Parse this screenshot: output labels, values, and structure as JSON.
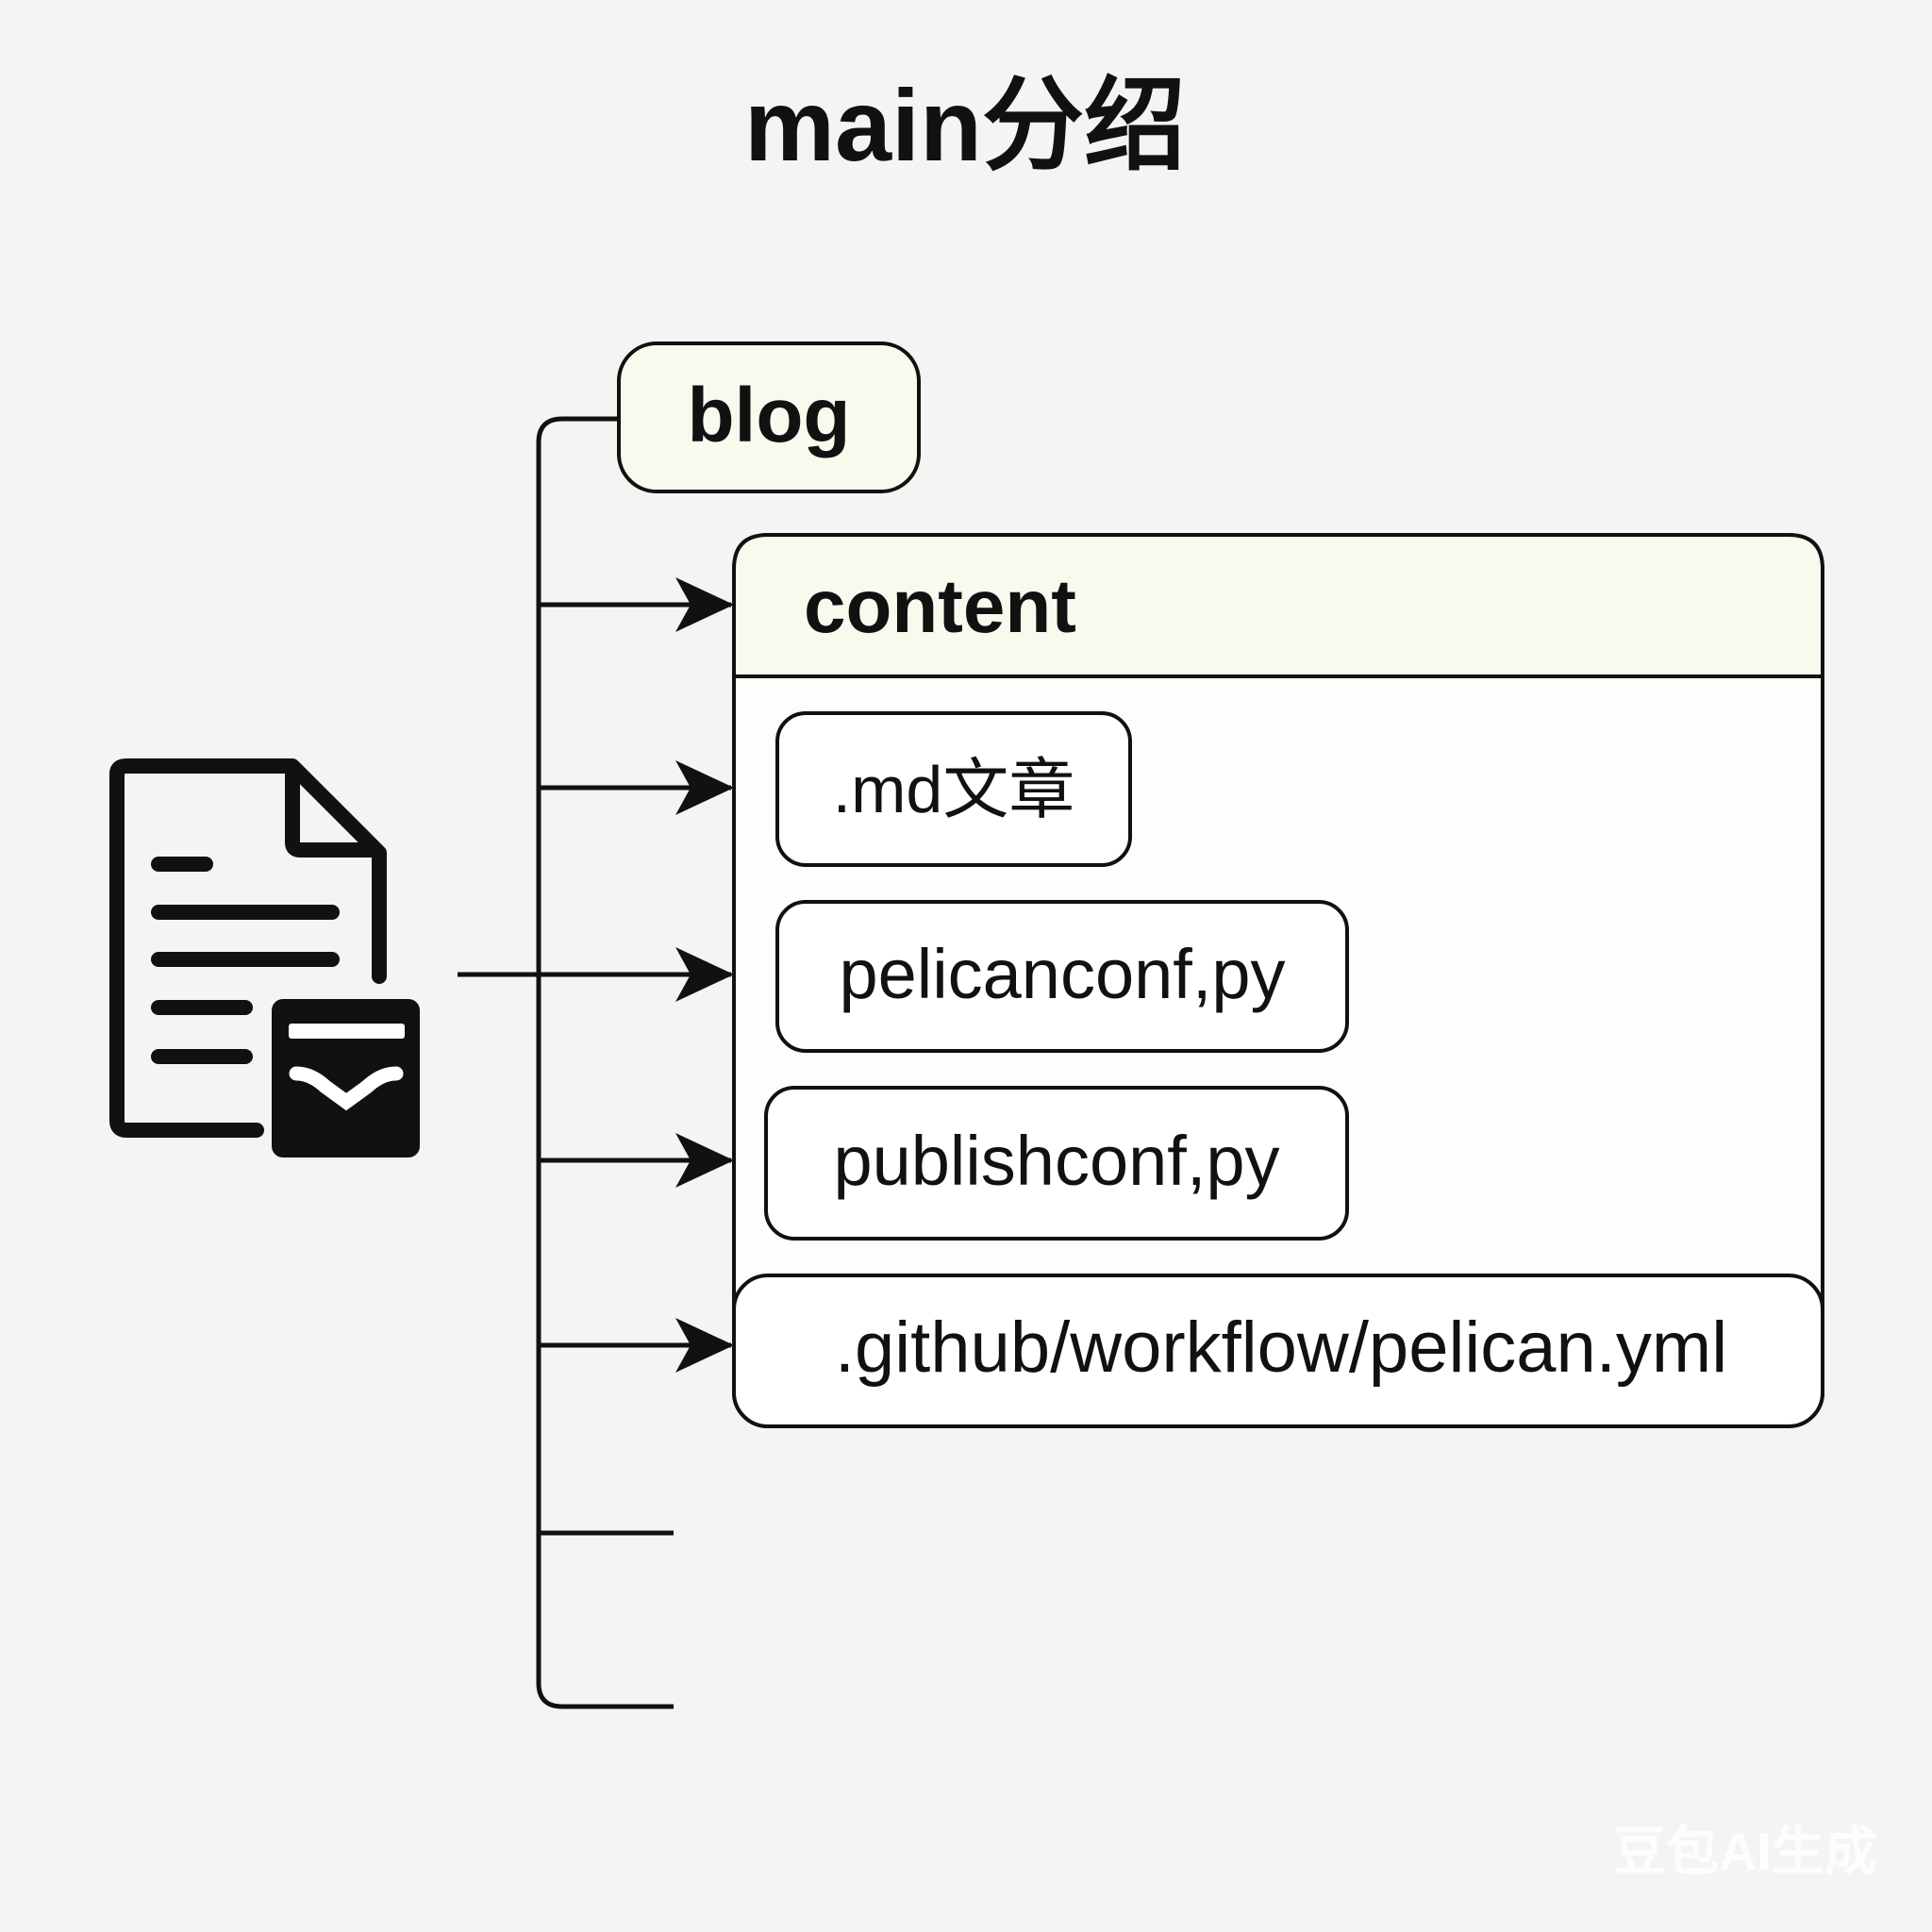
{
  "title": "main分绍",
  "root": {
    "label": "blog"
  },
  "folder": {
    "label": "content"
  },
  "files": [
    {
      "label": ".md文章"
    },
    {
      "label": "pelicanconf,py"
    },
    {
      "label": "publishconf,py"
    },
    {
      "label": ".github/workflow/pelican.yml"
    }
  ],
  "watermark": "豆包AI生成",
  "colors": {
    "header_fill": "#f9f9ee",
    "stroke": "#111111",
    "background": "#f4f4f2"
  }
}
